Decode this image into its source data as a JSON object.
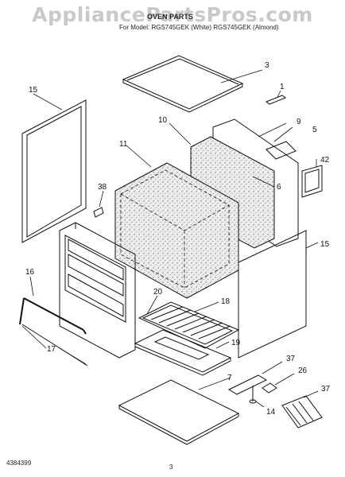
{
  "watermark": "AppliancePartsPros.com",
  "header": {
    "title": "OVEN PARTS",
    "for_models": "For Model: RGS745GEK (White) RGS745GEK (Almond)",
    "white": "(White)",
    "almond": "(Almond)"
  },
  "footer": {
    "doc_number": "4384399",
    "page": "3"
  },
  "callouts": {
    "c3": "3",
    "c1": "1",
    "c15a": "15",
    "c10": "10",
    "c9": "9",
    "c5": "5",
    "c11": "11",
    "c42": "42",
    "c38": "38",
    "c6": "6",
    "c15b": "15",
    "c16": "16",
    "c20": "20",
    "c18": "18",
    "c17": "17",
    "c19": "19",
    "c37a": "37",
    "c26": "26",
    "c7": "7",
    "c37b": "37",
    "c14": "14"
  },
  "colors": {
    "line": "#111111",
    "insulation": "#e6e6e6",
    "watermark": "#c9c9c9"
  }
}
